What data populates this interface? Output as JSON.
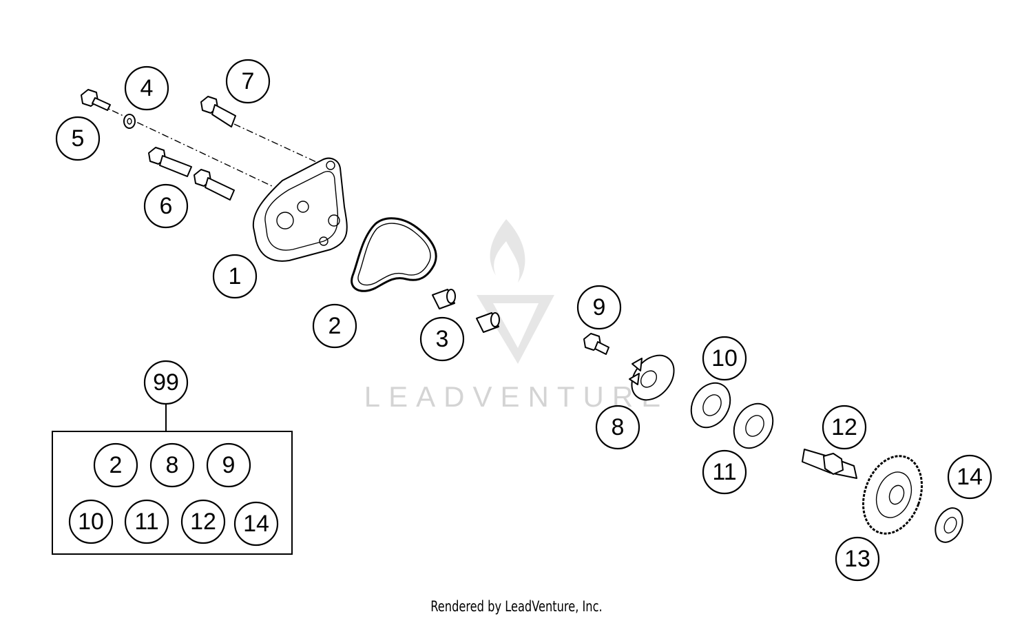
{
  "callouts": {
    "c1": "1",
    "c2": "2",
    "c3": "3",
    "c4": "4",
    "c5": "5",
    "c6": "6",
    "c7": "7",
    "c8": "8",
    "c9": "9",
    "c10": "10",
    "c11": "11",
    "c12": "12",
    "c13": "13",
    "c14": "14"
  },
  "kit": {
    "label": "99",
    "items": [
      "2",
      "8",
      "9",
      "10",
      "11",
      "12",
      "14"
    ]
  },
  "watermark": "LEADVENTURE",
  "footer": "Rendered by LeadVenture, Inc."
}
